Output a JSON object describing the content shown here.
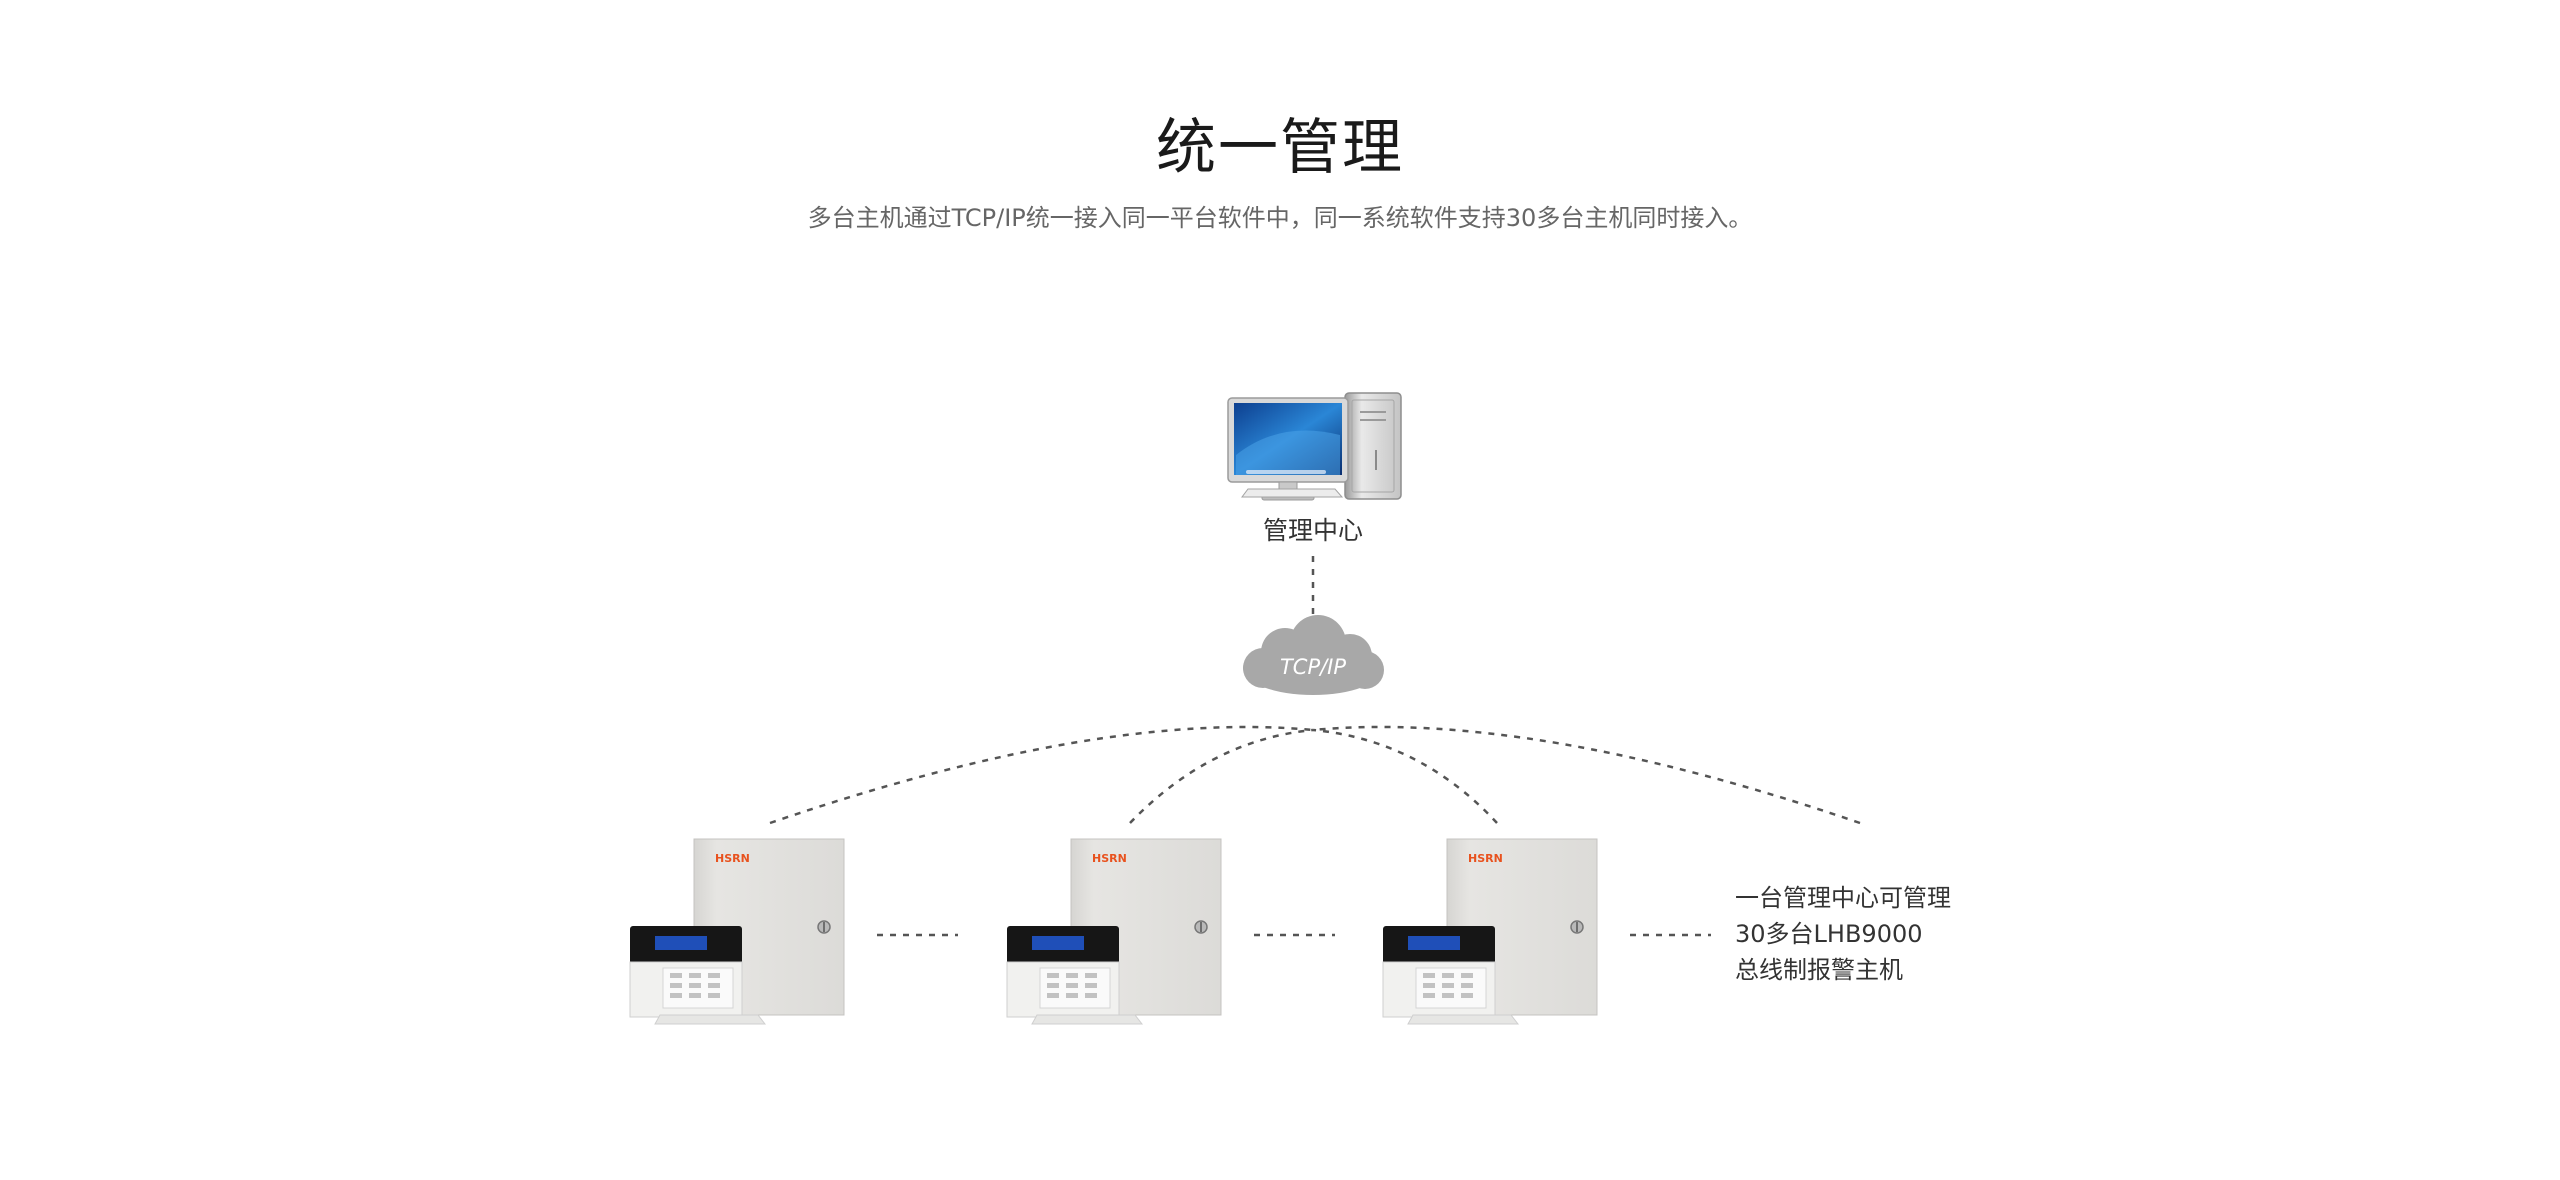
{
  "title": "统一管理",
  "subtitle": "多台主机通过TCP/IP统一接入同一平台软件中，同一系统软件支持30多台主机同时接入。",
  "center": {
    "label": "管理中心",
    "icon": "desktop-computer-icon"
  },
  "network": {
    "label": "TCP/IP",
    "icon": "cloud-icon"
  },
  "devices": [
    {
      "brand": "HSRN",
      "icon": "alarm-host-with-keypad-icon"
    },
    {
      "brand": "HSRN",
      "icon": "alarm-host-with-keypad-icon"
    },
    {
      "brand": "HSRN",
      "icon": "alarm-host-with-keypad-icon"
    }
  ],
  "note": {
    "line1": "一台管理中心可管理",
    "line2": "30多台LHB9000",
    "line3": "总线制报警主机"
  },
  "colors": {
    "brand": "#e8521e",
    "cloud": "#a8a8a8",
    "cabinet": "#e2e1de",
    "lcd": "#1f4fb8"
  }
}
